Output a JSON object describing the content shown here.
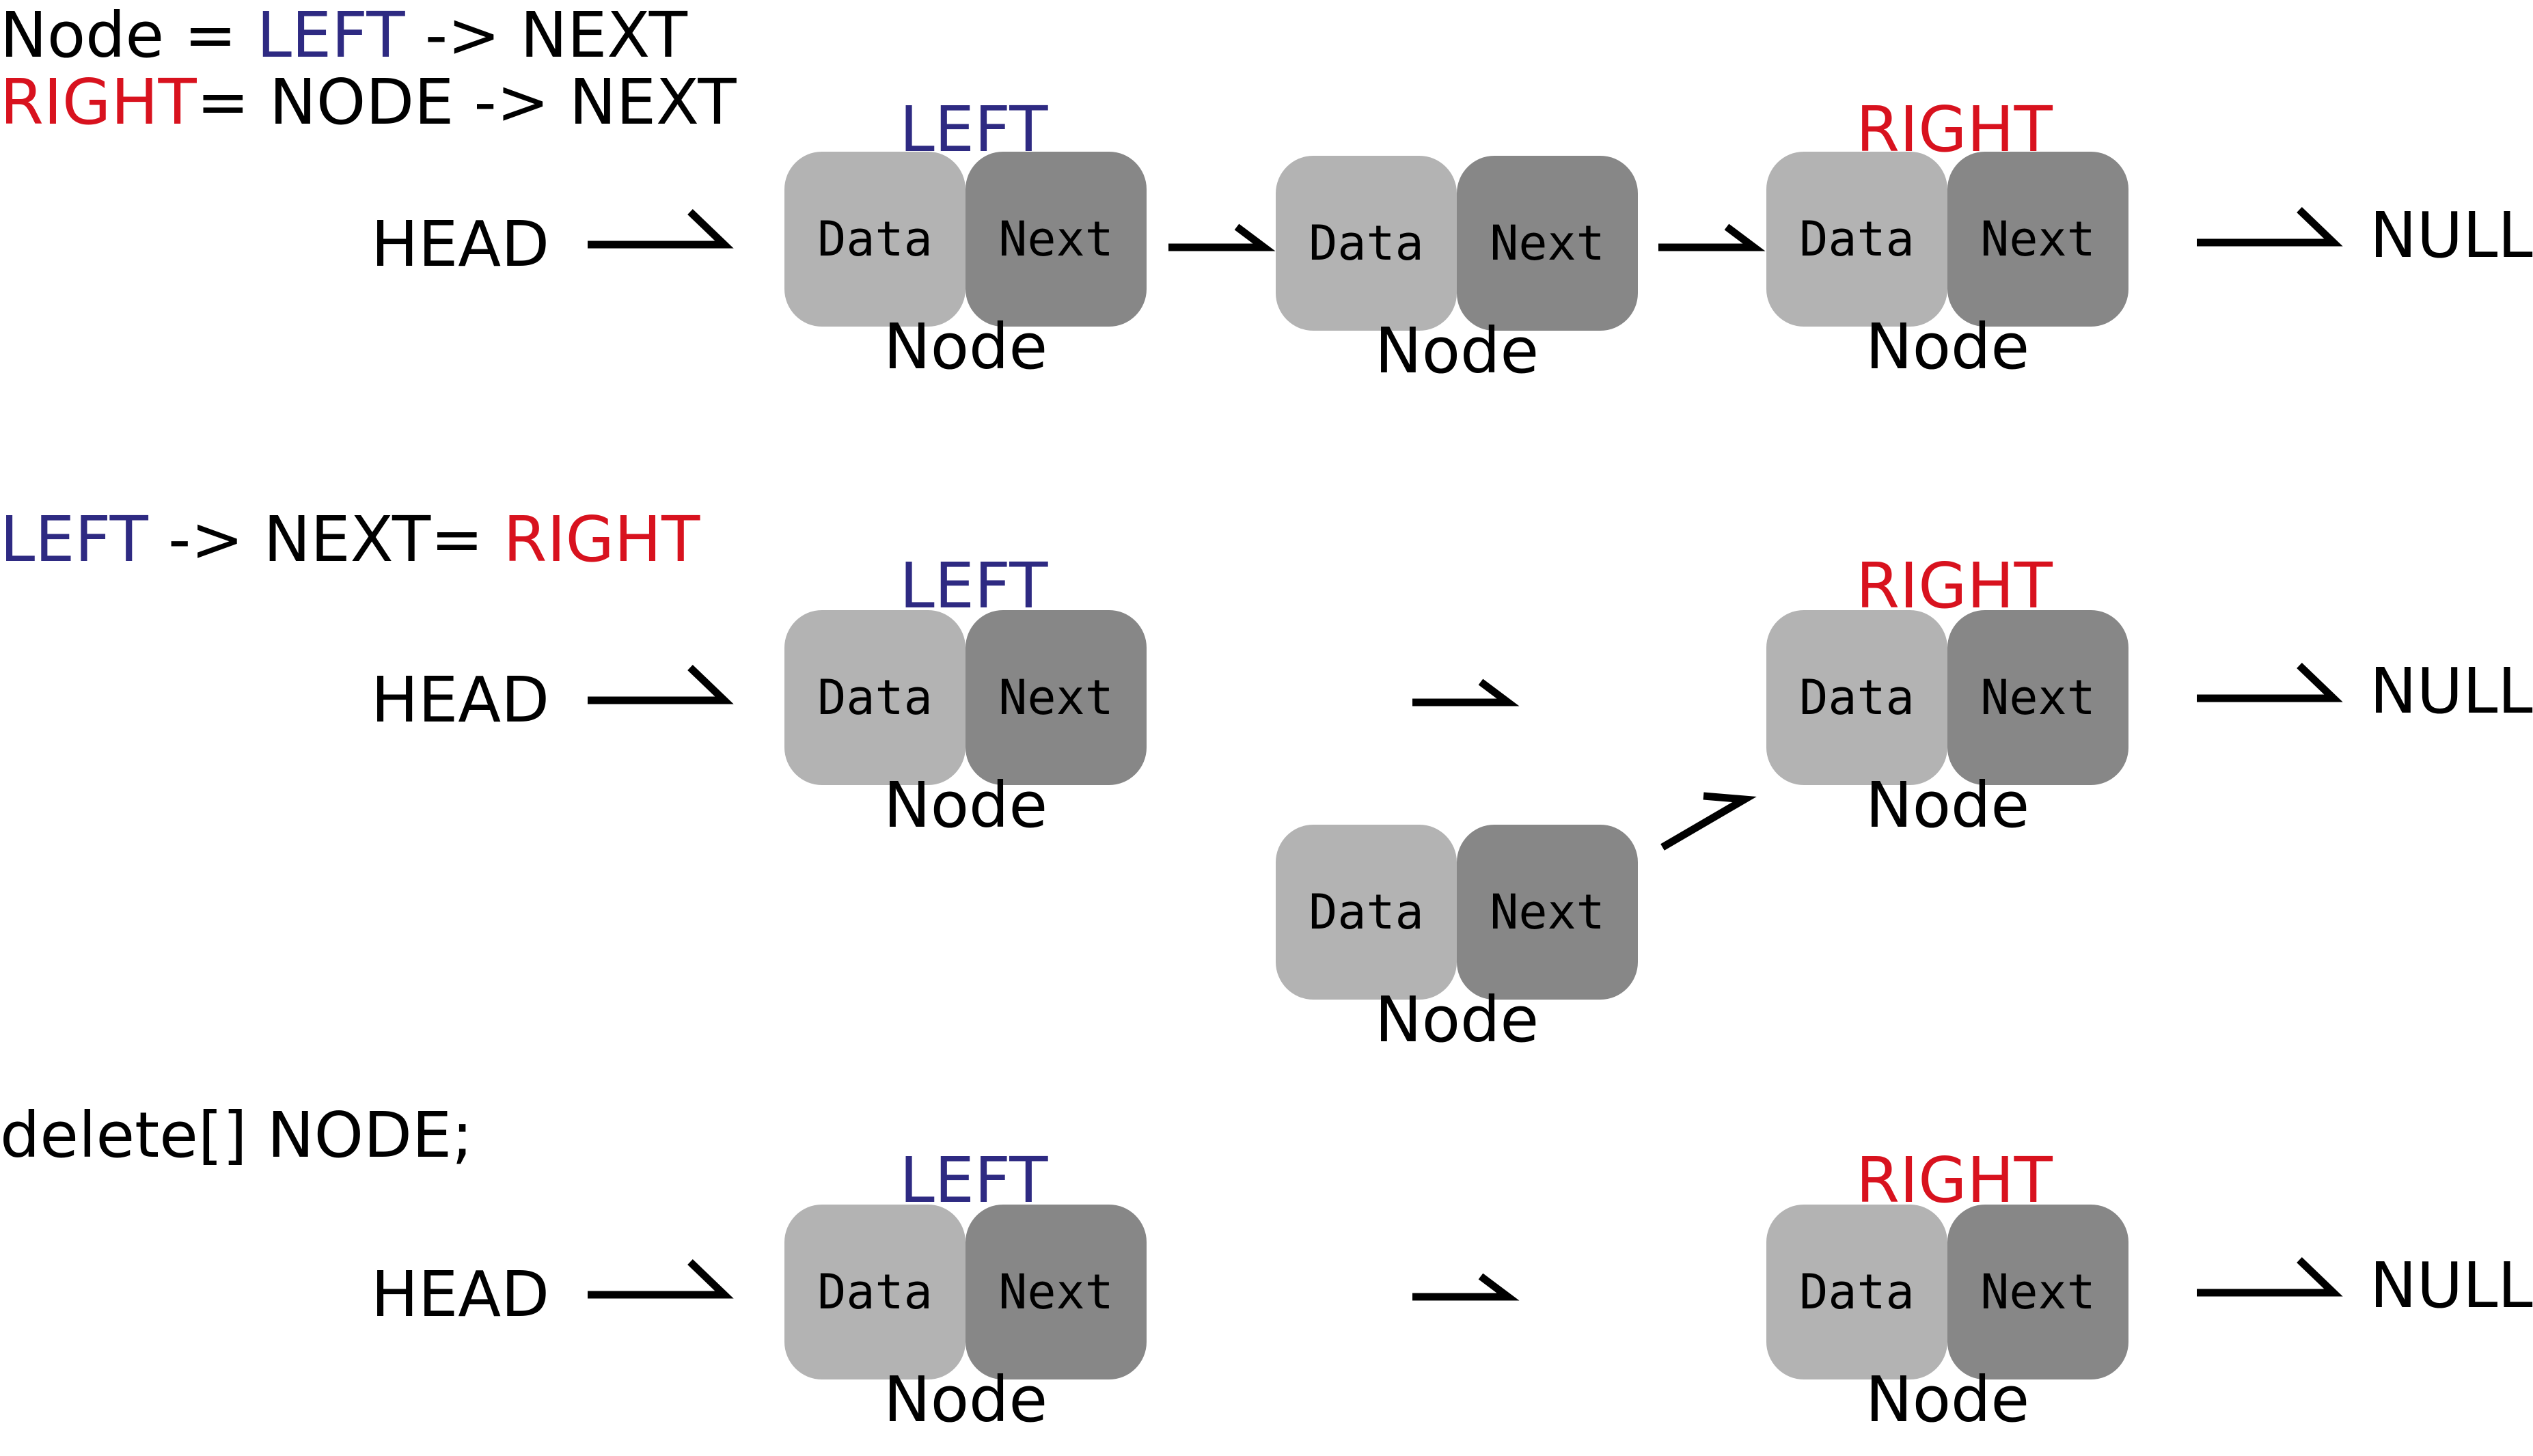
{
  "code": {
    "line1": {
      "a": "Node = ",
      "b": "LEFT",
      "c": " -> NEXT"
    },
    "line2": {
      "a": "RIGHT",
      "b": "= NODE -> NEXT"
    },
    "line3": {
      "a": "LEFT",
      "b": " -> NEXT= ",
      "c": "RIGHT"
    },
    "line4": "delete[] NODE;"
  },
  "labels": {
    "head": "HEAD",
    "null": "NULL",
    "left": "LEFT",
    "right": "RIGHT",
    "node": "Node",
    "data": "Data",
    "next": "Next"
  },
  "colors": {
    "left": "#2e2a82",
    "right": "#d8121e",
    "data_cell": "#b3b3b3",
    "next_cell": "#878787"
  }
}
